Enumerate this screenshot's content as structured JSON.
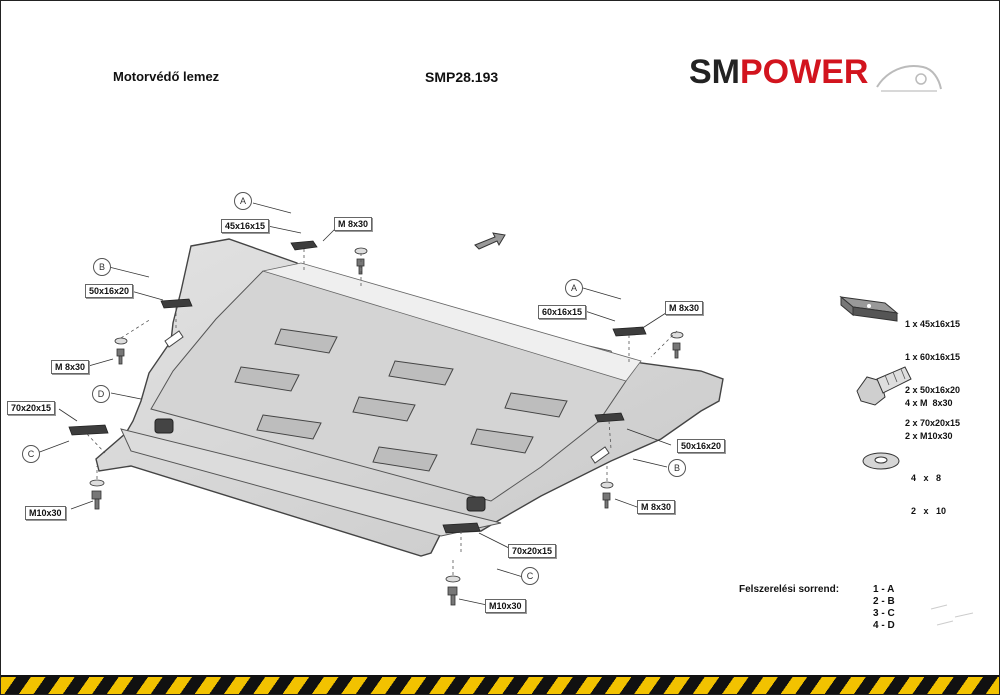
{
  "header": {
    "title": "Motorvédő lemez",
    "code": "SMP28.193"
  },
  "logo": {
    "text_dark": "SM",
    "text_red": "POWER",
    "color_dark": "#222222",
    "color_red": "#d2141e"
  },
  "callouts": {
    "A1": "A",
    "A2": "A",
    "B1": "B",
    "B2": "B",
    "C1": "C",
    "C2": "C",
    "D": "D"
  },
  "labels": {
    "a_top_plate": "45x16x15",
    "a_top_bolt": "M 8x30",
    "b_left_plate": "50x16x20",
    "b_left_bolt": "M 8x30",
    "a_right_plate": "60x16x15",
    "a_right_bolt": "M 8x30",
    "d_plate": "70x20x15",
    "c_left_bolt": "M10x30",
    "b_right_plate": "50x16x20",
    "b_right_bolt": "M 8x30",
    "c_bottom_plate": "70x20x15",
    "c_bottom_bolt": "M10x30"
  },
  "kit": {
    "plates": [
      "1 x 45x16x15",
      "1 x 60x16x15",
      "2 x 50x16x20",
      "2 x 70x20x15"
    ],
    "bolts": [
      "4 x M  8x30",
      "2 x M10x30"
    ],
    "washers": [
      "4   x   8",
      "2   x   10"
    ]
  },
  "sequence": {
    "label": "Felszerelési sorrend:",
    "steps": [
      "1 - A",
      "2 - B",
      "3 - C",
      "4 - D"
    ]
  }
}
